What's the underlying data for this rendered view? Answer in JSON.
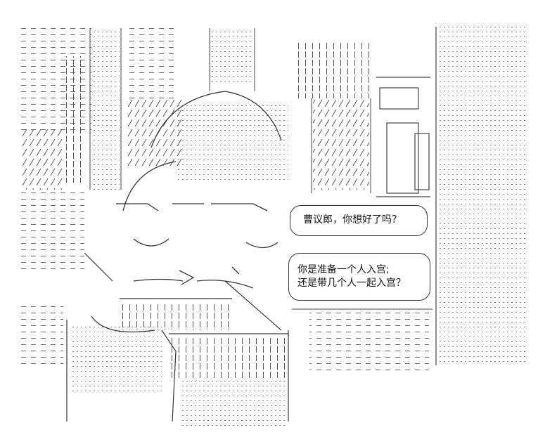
{
  "dialogue": {
    "bubble_1": "曹议郎，你想好了吗？",
    "bubble_2_line_1": "你是准备一个人入宫;",
    "bubble_2_line_2": "还是带几个人一起入宫？"
  },
  "colors": {
    "background": "#ffffff",
    "ink": "#333333",
    "faint_ink": "#9a9a9a"
  }
}
